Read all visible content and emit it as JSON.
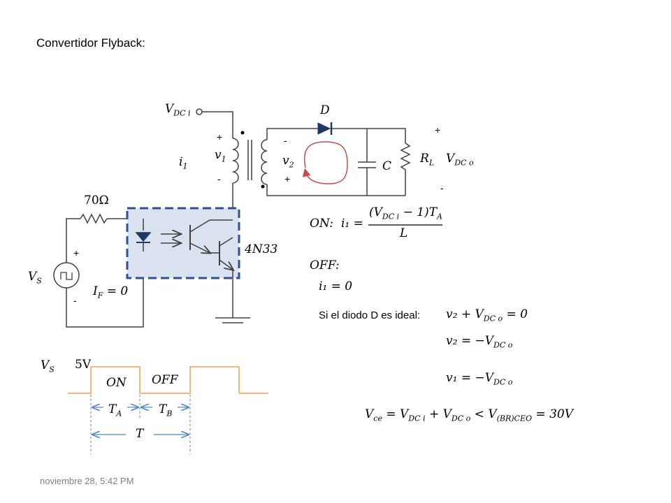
{
  "title": "Convertidor Flyback:",
  "footer": "noviembre 28, 5:42 PM",
  "labels": {
    "vdci": "V",
    "vdci_sub": "DC i",
    "d": "D",
    "i1": "i",
    "i1_sub": "1",
    "v1": "v",
    "v1_sub": "1",
    "v2": "v",
    "v2_sub": "2",
    "c": "C",
    "rl": "R",
    "rl_sub": "L",
    "vdco": "V",
    "vdco_sub": "DC o",
    "resistor": "70Ω",
    "optocoupler": "4N33",
    "vs": "V",
    "vs_sub": "S",
    "if_eq": "I",
    "if_sub": "F",
    "if_val": " = 0"
  },
  "signs": {
    "v1_plus": "+",
    "v1_minus": "-",
    "v2_minus": "-",
    "v2_plus": "+",
    "vo_plus": "+",
    "vo_minus": "-",
    "vs_plus": "+",
    "vs_minus": "-"
  },
  "equations": {
    "on_label": "ON:",
    "on_eq_lhs": "i₁ =",
    "on_eq_num": "(V",
    "on_eq_num_sub": "DC i",
    "on_eq_num_rest": " − 1)T",
    "on_eq_num_sub2": "A",
    "on_eq_den": "L",
    "off_label": "OFF:",
    "off_eq": "i₁ = 0",
    "ideal_text": "Si el diodo D es ideal:",
    "eq1": "v₂ + V",
    "eq1_sub": "DC o",
    "eq1_rest": " = 0",
    "eq2": "v₂ = −V",
    "eq2_sub": "DC o",
    "eq3": "v₁ = −V",
    "eq3_sub": "DC o",
    "eq4_a": "V",
    "eq4_a_sub": "ce",
    "eq4_b": " = V",
    "eq4_b_sub": "DC i",
    "eq4_c": " + V",
    "eq4_c_sub": "DC o",
    "eq4_d": " < V",
    "eq4_d_sub": "(BR)CEO",
    "eq4_e": " = 30V"
  },
  "waveform": {
    "vs": "V",
    "vs_sub": "S",
    "amplitude": "5V",
    "on": "ON",
    "off": "OFF",
    "ta": "T",
    "ta_sub": "A",
    "tb": "T",
    "tb_sub": "B",
    "t": "T"
  },
  "colors": {
    "wire": "#404040",
    "waveform": "#f0a050",
    "arrow": "#4f86c6",
    "opto_box_fill": "#dbe2ef",
    "opto_box_stroke": "#2f528f",
    "diode_fill": "#1f3864",
    "current_loop": "#c0504d"
  }
}
